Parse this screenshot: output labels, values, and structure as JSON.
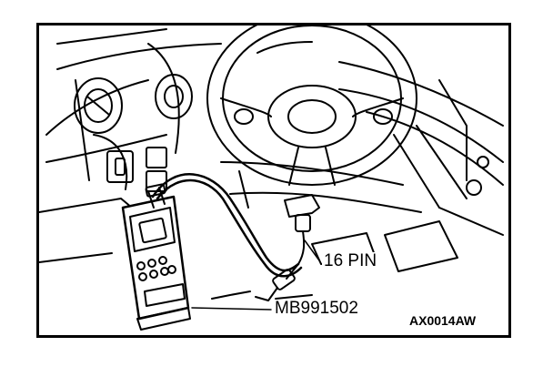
{
  "labels": {
    "connector": "16 PIN",
    "tool_part_number": "MB991502",
    "figure_code": "AX0014AW"
  }
}
